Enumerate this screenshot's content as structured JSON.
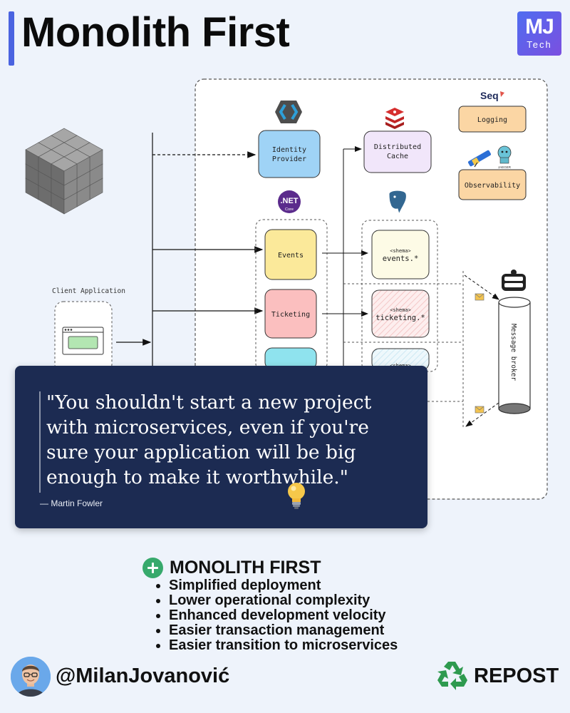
{
  "header": {
    "title": "Monolith First",
    "logo_main": "MJ",
    "logo_sub": "Tech"
  },
  "diagram": {
    "client_label": "Client Application",
    "identity_provider": [
      "Identity",
      "Provider"
    ],
    "distributed_cache": [
      "Distributed",
      "Cache"
    ],
    "logging": "Logging",
    "observability": "Observability",
    "seq_label": "Seq",
    "net_logo": ".NET",
    "net_logo_sub": "Core",
    "jaeger_label": "JAEGER",
    "modules": [
      "Events",
      "Ticketing"
    ],
    "schemas": [
      {
        "tag": "<shema>",
        "name": "events.*"
      },
      {
        "tag": "<shema>",
        "name": "ticketing.*"
      },
      {
        "tag": "<shema>",
        "name": ""
      }
    ],
    "message_broker": "Message broker",
    "colors": {
      "identity": "#9fd3f6",
      "cache": "#f1e6fa",
      "logging": "#fbd6a4",
      "events": "#fbe99a",
      "ticketing": "#fbbfbf",
      "third_module": "#8fe3ee",
      "client_window": "#b3e6b2"
    }
  },
  "quote": {
    "text": "\"You shouldn't start a new project with microservices, even if you're sure your application will be big enough to make it worthwhile.\"",
    "author": "— Martin Fowler"
  },
  "benefits": {
    "title": "MONOLITH FIRST",
    "items": [
      "Simplified deployment",
      "Lower operational complexity",
      "Enhanced development velocity",
      "Easier transaction management",
      "Easier transition to microservices"
    ]
  },
  "footer": {
    "handle": "@MilanJovanović",
    "repost": "REPOST"
  }
}
